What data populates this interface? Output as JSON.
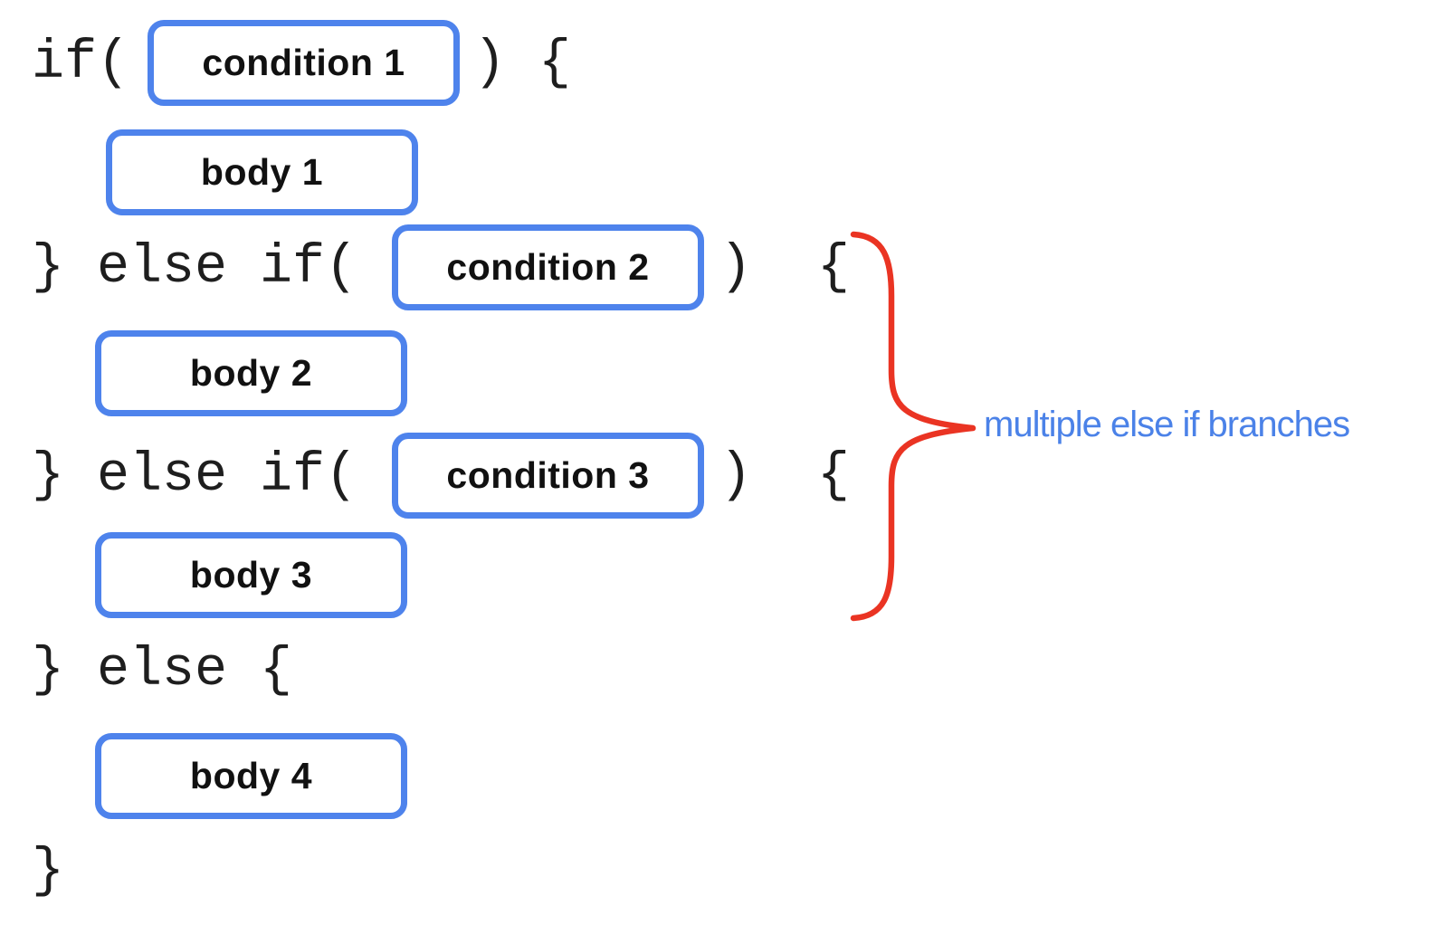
{
  "colors": {
    "background": "#ffffff",
    "box_border": "#4e83ec",
    "code_text": "#1e1e1e",
    "label_text": "#111111",
    "brace": "#ea3423",
    "annotation_text": "#4b82e8"
  },
  "code": {
    "if_open": "if(",
    "if_close": ") {",
    "elseif_prefix": "} else if(",
    "elseif_close": ")  {",
    "else_line": "} else {",
    "closing_brace": "}"
  },
  "boxes": {
    "condition1": "condition 1",
    "body1": "body 1",
    "condition2": "condition 2",
    "body2": "body 2",
    "condition3": "condition 3",
    "body3": "body 3",
    "body4": "body 4"
  },
  "annotation": {
    "label": "multiple else if branches",
    "brace_icon": "right-curly-brace"
  }
}
